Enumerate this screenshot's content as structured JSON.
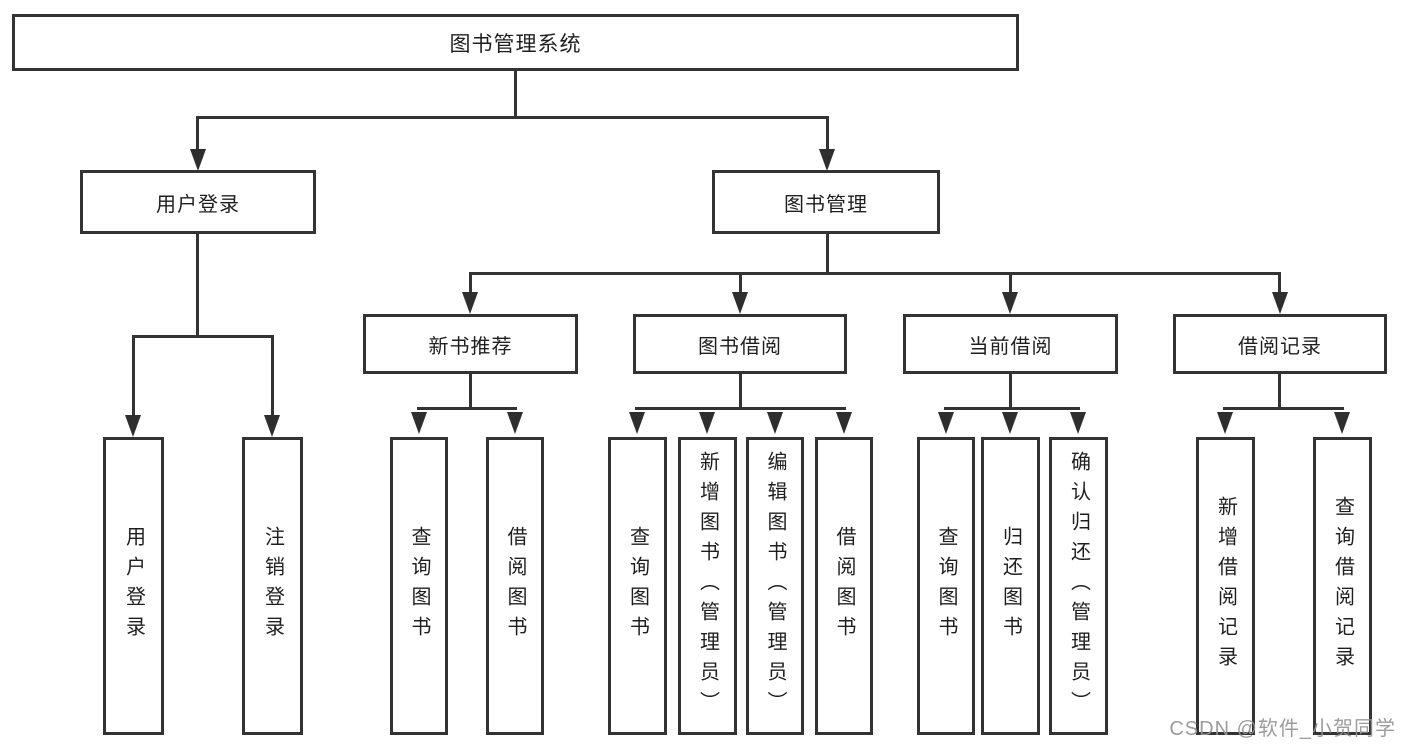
{
  "diagram": {
    "root": {
      "label": "图书管理系统"
    },
    "branches": [
      {
        "label": "用户登录",
        "children": [
          {
            "label": "用户登录"
          },
          {
            "label": "注销登录"
          }
        ]
      },
      {
        "label": "图书管理",
        "children": [
          {
            "label": "新书推荐",
            "children": [
              {
                "label": "查询图书"
              },
              {
                "label": "借阅图书"
              }
            ]
          },
          {
            "label": "图书借阅",
            "children": [
              {
                "label": "查询图书"
              },
              {
                "label": "新增图书（管理员）"
              },
              {
                "label": "编辑图书（管理员）"
              },
              {
                "label": "借阅图书"
              }
            ]
          },
          {
            "label": "当前借阅",
            "children": [
              {
                "label": "查询图书"
              },
              {
                "label": "归还图书"
              },
              {
                "label": "确认归还（管理员）"
              }
            ]
          },
          {
            "label": "借阅记录",
            "children": [
              {
                "label": "新增借阅记录"
              },
              {
                "label": "查询借阅记录"
              }
            ]
          }
        ]
      }
    ]
  },
  "watermark": {
    "text": "CSDN @软件_小贺同学"
  },
  "colors": {
    "line": "#333333",
    "text": "#1f1f1f",
    "background": "#ffffff",
    "watermark": "#949494"
  }
}
